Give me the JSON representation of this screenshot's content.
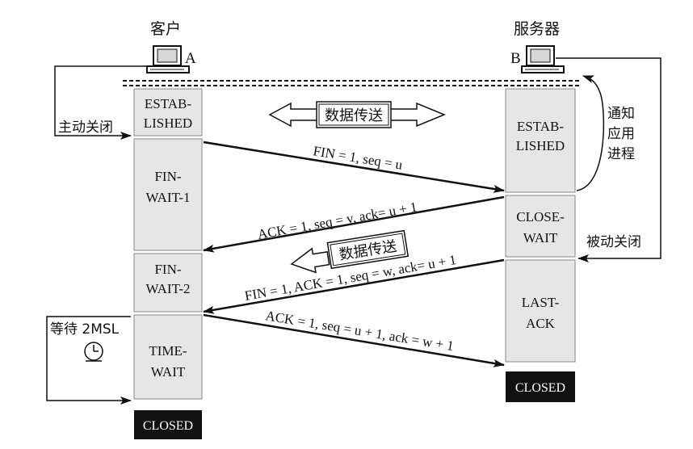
{
  "hosts": {
    "client_label": "客户",
    "client_id": "A",
    "server_label": "服务器",
    "server_id": "B"
  },
  "client_states": {
    "established_1": "ESTAB-",
    "established_2": "LISHED",
    "fin_wait1_1": "FIN-",
    "fin_wait1_2": "WAIT-1",
    "fin_wait2_1": "FIN-",
    "fin_wait2_2": "WAIT-2",
    "time_wait_1": "TIME-",
    "time_wait_2": "WAIT",
    "closed": "CLOSED"
  },
  "server_states": {
    "established_1": "ESTAB-",
    "established_2": "LISHED",
    "close_wait_1": "CLOSE-",
    "close_wait_2": "WAIT",
    "last_ack_1": "LAST-",
    "last_ack_2": "ACK",
    "closed": "CLOSED"
  },
  "messages": {
    "m1": "FIN = 1, seq = u",
    "m2": "ACK = 1, seq = v, ack= u + 1",
    "m3": "FIN = 1, ACK = 1, seq = w, ack= u + 1",
    "m4": "ACK = 1, seq = u + 1, ack = w + 1"
  },
  "annotations": {
    "active_close": "主动关闭",
    "passive_close": "被动关闭",
    "notify_app_1": "通知",
    "notify_app_2": "应用",
    "notify_app_3": "进程",
    "wait_2msl": "等待 2MSL",
    "data_transfer_both": "数据传送",
    "data_transfer_one": "数据传送"
  },
  "colors": {
    "state_fill": "#e6e6e6",
    "closed_fill": "#111111",
    "ink": "#111111"
  }
}
